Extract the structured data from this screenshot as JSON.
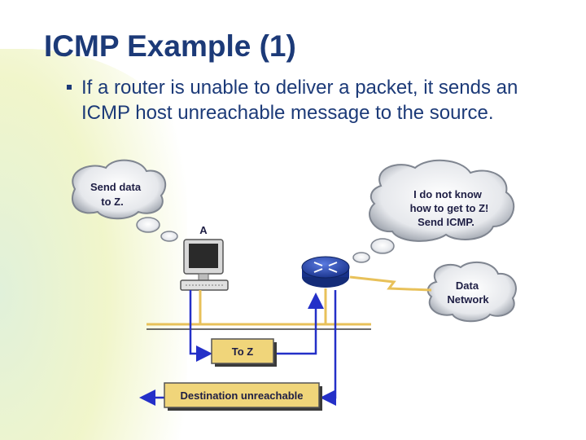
{
  "slide": {
    "title": "ICMP Example (1)",
    "bullet": "If a router is unable to deliver a packet, it sends an ICMP host unreachable message to the source."
  },
  "diagram": {
    "cloud_send": [
      "Send data",
      "to Z."
    ],
    "cloud_router": [
      "I do not know",
      "how to get to Z!",
      "Send ICMP."
    ],
    "cloud_network": [
      "Data",
      "Network"
    ],
    "host_label": "A",
    "packet_to_z": "To Z",
    "packet_unreachable": "Destination unreachable",
    "colors": {
      "title": "#1c3a78",
      "ethernet": "#e8c15a",
      "arrow": "#2430c8",
      "router": "#2b4ab8",
      "packet_fill": "#f0d57a"
    }
  }
}
